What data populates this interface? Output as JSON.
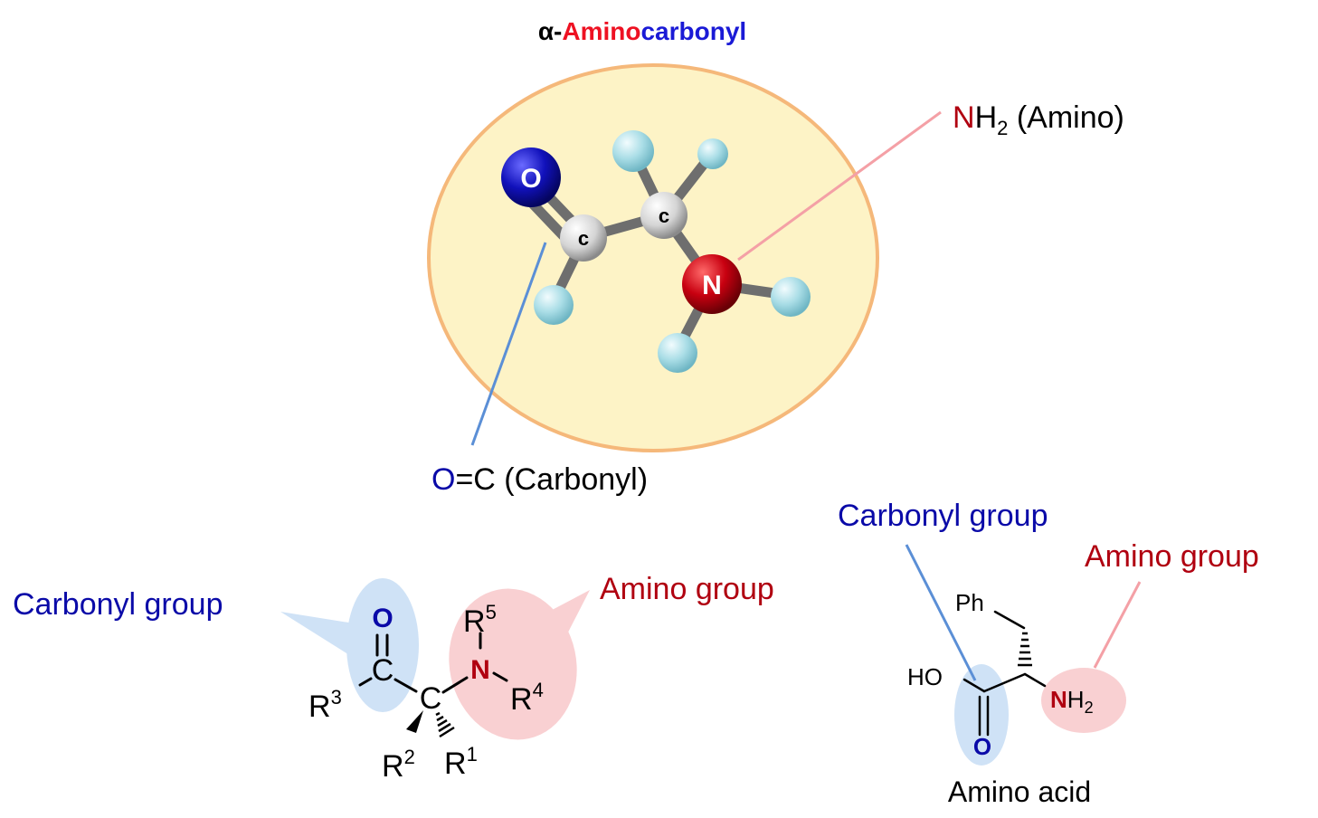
{
  "title": {
    "prefix": "α-",
    "amino": "Amino",
    "carbonyl": "carbonyl"
  },
  "molecule_3d": {
    "atoms": {
      "oxygen": "O",
      "carbon1": "c",
      "carbon2": "c",
      "nitrogen": "N"
    },
    "amino_label": {
      "element": "N",
      "rest": "H",
      "subscript": "2",
      "name": " (Amino)"
    },
    "carbonyl_label": {
      "element": "O",
      "rest": "=C (Carbonyl)"
    }
  },
  "general_structure": {
    "carbonyl_callout": "Carbonyl group",
    "amino_callout": "Amino group",
    "atoms": {
      "O": "O",
      "C_carbonyl": "C",
      "C_alpha": "C",
      "N": "N"
    },
    "substituents": {
      "R1": "R",
      "R1_sup": "1",
      "R2": "R",
      "R2_sup": "2",
      "R3": "R",
      "R3_sup": "3",
      "R4": "R",
      "R4_sup": "4",
      "R5": "R",
      "R5_sup": "5"
    }
  },
  "amino_acid": {
    "carbonyl_label": "Carbonyl group",
    "amino_label": "Amino group",
    "caption": "Amino acid",
    "ph": "Ph",
    "ho": "HO",
    "o": "O",
    "n": "N",
    "h2_h": "H",
    "h2_sub": "2"
  },
  "colors": {
    "oxygen_blue": "#0a0aa8",
    "nitrogen_red": "#b00010",
    "title_red": "#ee1122",
    "title_blue": "#1a1ad6",
    "circle_fill": "#fdf3c6",
    "circle_stroke": "#f5b87a",
    "carbonyl_line": "#5b8fd6",
    "amino_line": "#f4a0a6",
    "blue_bubble": "#cfe2f6",
    "red_bubble": "#f9d0d2",
    "hydrogen": "#a9dde6",
    "bond_gray": "#6e6e6e"
  }
}
